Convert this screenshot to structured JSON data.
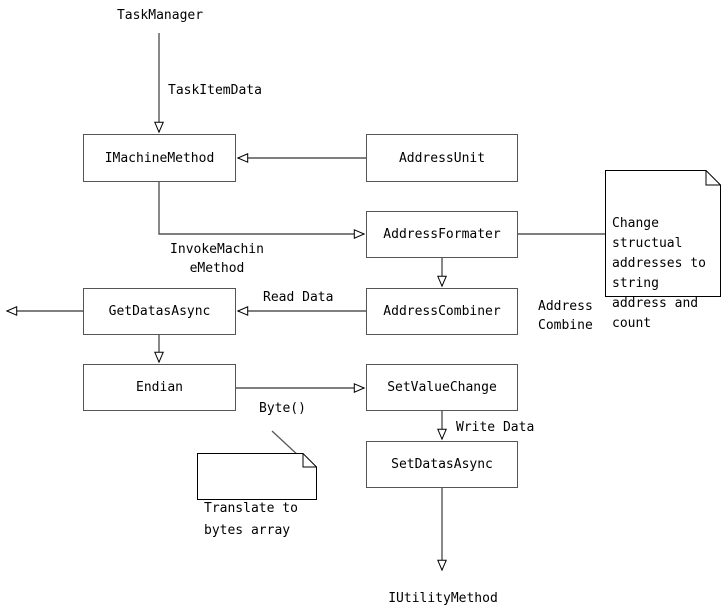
{
  "diagram": {
    "title": "TaskManager data flow diagram",
    "background_color": "#ffffff",
    "stroke_color": "#555555",
    "text_color": "#000000",
    "nodes": [
      {
        "id": "imachinemethod",
        "label": "IMachineMethod"
      },
      {
        "id": "addressunit",
        "label": "AddressUnit"
      },
      {
        "id": "addressformater",
        "label": "AddressFormater"
      },
      {
        "id": "addresscombiner",
        "label": "AddressCombiner"
      },
      {
        "id": "getdatasasync",
        "label": "GetDatasAsync"
      },
      {
        "id": "endian",
        "label": "Endian"
      },
      {
        "id": "setvaluechange",
        "label": "SetValueChange"
      },
      {
        "id": "setdatasasync",
        "label": "SetDatasAsync"
      }
    ],
    "notes": [
      {
        "id": "note-change-addresses",
        "text": "Change\nstructual\naddresses to\nstring\naddress and\ncount"
      },
      {
        "id": "note-translate-bytes",
        "text": "Translate to\nbytes array"
      }
    ],
    "labels": [
      {
        "id": "label-taskmanager",
        "text": "TaskManager"
      },
      {
        "id": "label-taskitemdata",
        "text": "TaskItemData"
      },
      {
        "id": "label-invokemachine",
        "text": "InvokeMachin\neMethod"
      },
      {
        "id": "label-readdata",
        "text": "Read Data"
      },
      {
        "id": "label-addresscombine",
        "text": "Address\nCombine"
      },
      {
        "id": "label-byte",
        "text": "Byte()"
      },
      {
        "id": "label-writedata",
        "text": "Write Data"
      },
      {
        "id": "label-iutilitymethod",
        "text": "IUtilityMethod"
      }
    ]
  }
}
